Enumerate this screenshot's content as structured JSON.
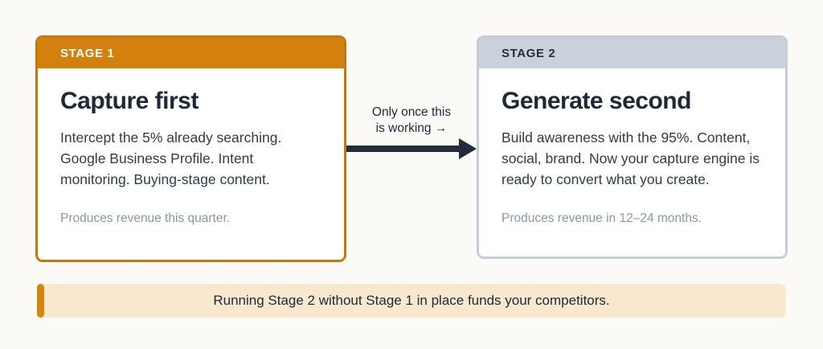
{
  "page": {
    "background_color": "#fbfaf7"
  },
  "stage1": {
    "label": "STAGE 1",
    "title": "Capture first",
    "body": "Intercept the 5% already searching. Google Business Profile. Intent monitoring. Buying-stage content.",
    "footer": "Produces revenue this quarter.",
    "accent_color": "#d4800f",
    "border_color": "#c8770f",
    "header_text_color": "#ffffff"
  },
  "stage2": {
    "label": "STAGE 2",
    "title": "Generate second",
    "body": "Build awareness with the 95%. Content, social, brand. Now your capture engine is ready to convert what you create.",
    "footer": "Produces revenue in 12–24 months.",
    "accent_color": "#cbd1dc",
    "border_color": "#c5ccd8",
    "header_text_color": "#252e3d"
  },
  "connector": {
    "label_line1": "Only once this",
    "label_line2": "is working →",
    "arrow_color": "#232c3b"
  },
  "banner": {
    "text": "Running Stage 2 without Stage 1 in place funds your competitors.",
    "background_color": "#f8e8ce",
    "bar_color": "#d4860e",
    "text_color": "#21293a"
  }
}
